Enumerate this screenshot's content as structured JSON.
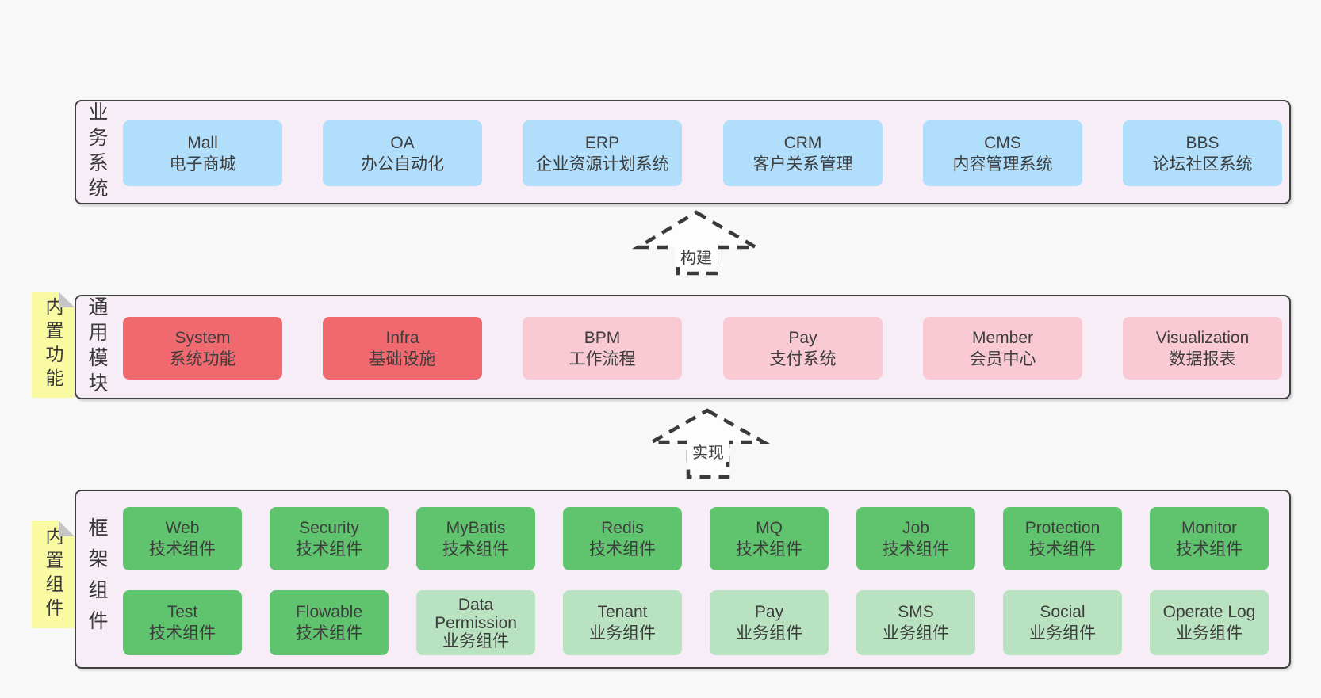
{
  "colors": {
    "background": "#f8f8f8",
    "band_fill": "#f7edf6",
    "band_border": "#404040",
    "blue": "#b0defb",
    "red": "#f0696e",
    "pink": "#facad4",
    "green_dark": "#5fc46d",
    "green_light": "#b9e3c0",
    "sticky_yellow": "#fafaa2"
  },
  "bands": {
    "business": {
      "label": "业务系统",
      "boxes": [
        {
          "title": "Mall",
          "subtitle": "电子商城"
        },
        {
          "title": "OA",
          "subtitle": "办公自动化"
        },
        {
          "title": "ERP",
          "subtitle": "企业资源计划系统"
        },
        {
          "title": "CRM",
          "subtitle": "客户关系管理"
        },
        {
          "title": "CMS",
          "subtitle": "内容管理系统"
        },
        {
          "title": "BBS",
          "subtitle": "论坛社区系统"
        }
      ]
    },
    "modules": {
      "label": "通用模块",
      "sticky": "内置功能",
      "boxes": [
        {
          "title": "System",
          "subtitle": "系统功能"
        },
        {
          "title": "Infra",
          "subtitle": "基础设施"
        },
        {
          "title": "BPM",
          "subtitle": "工作流程"
        },
        {
          "title": "Pay",
          "subtitle": "支付系统"
        },
        {
          "title": "Member",
          "subtitle": "会员中心"
        },
        {
          "title": "Visualization",
          "subtitle": "数据报表"
        }
      ]
    },
    "components": {
      "label": "框架组件",
      "sticky": "内置组件",
      "boxes": [
        {
          "title": "Web",
          "subtitle": "技术组件"
        },
        {
          "title": "Security",
          "subtitle": "技术组件"
        },
        {
          "title": "MyBatis",
          "subtitle": "技术组件"
        },
        {
          "title": "Redis",
          "subtitle": "技术组件"
        },
        {
          "title": "MQ",
          "subtitle": "技术组件"
        },
        {
          "title": "Job",
          "subtitle": "技术组件"
        },
        {
          "title": "Protection",
          "subtitle": "技术组件"
        },
        {
          "title": "Monitor",
          "subtitle": "技术组件"
        },
        {
          "title": "Test",
          "subtitle": "技术组件"
        },
        {
          "title": "Flowable",
          "subtitle": "技术组件"
        },
        {
          "title": "Data Permission",
          "subtitle": "业务组件"
        },
        {
          "title": "Tenant",
          "subtitle": "业务组件"
        },
        {
          "title": "Pay",
          "subtitle": "业务组件"
        },
        {
          "title": "SMS",
          "subtitle": "业务组件"
        },
        {
          "title": "Social",
          "subtitle": "业务组件"
        },
        {
          "title": "Operate Log",
          "subtitle": "业务组件"
        }
      ]
    }
  },
  "arrows": {
    "build": {
      "label": "构建"
    },
    "implement": {
      "label": "实现"
    }
  }
}
